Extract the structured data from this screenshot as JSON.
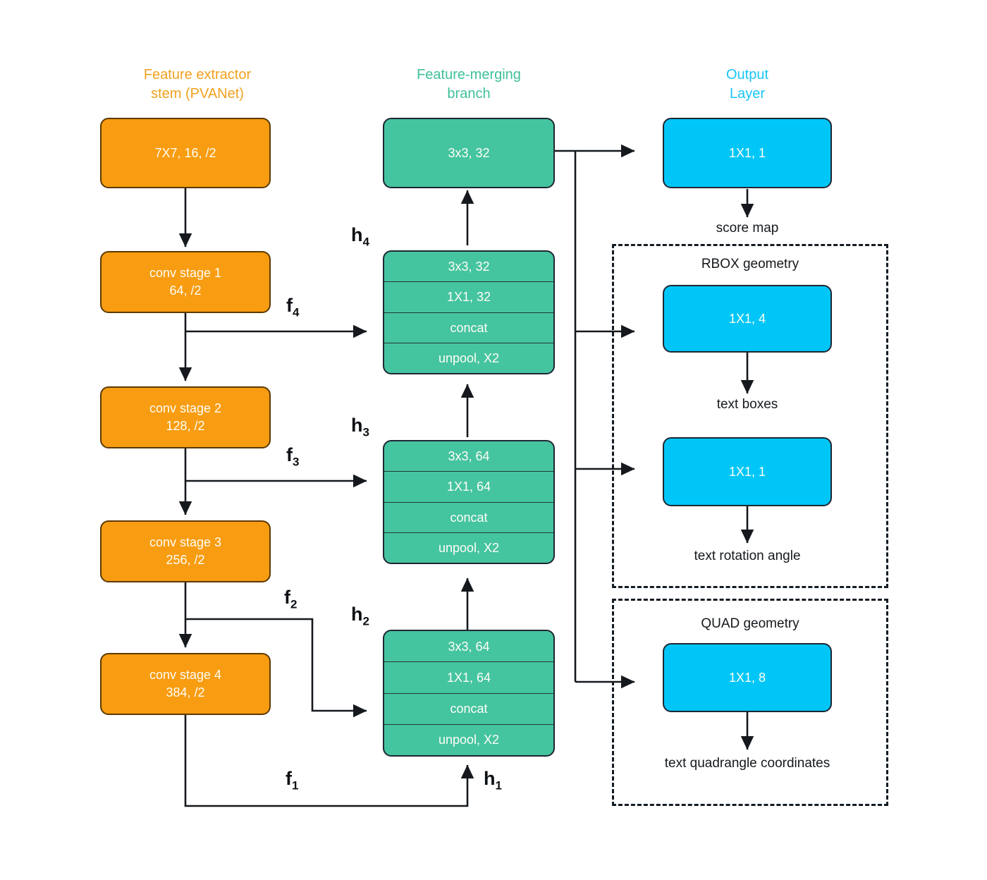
{
  "diagram": {
    "title_stem": "Feature extractor\nstem (PVANet)",
    "title_merge": "Feature-merging\nbranch",
    "title_output": "Output\nLayer",
    "colors": {
      "stem": "#F89C11",
      "merge": "#45C4A0",
      "output": "#00C6F8",
      "stem_title": "#F0A11E",
      "merge_title": "#3FBF9C",
      "output_title": "#18C6F7",
      "stroke": "#1e2733",
      "text_dark": "#15191d"
    }
  },
  "stem": {
    "blocks": [
      {
        "line1": "7X7, 16, /2",
        "line2": ""
      },
      {
        "line1": "conv stage 1",
        "line2": "64, /2"
      },
      {
        "line1": "conv stage 2",
        "line2": "128, /2"
      },
      {
        "line1": "conv stage 3",
        "line2": "256, /2"
      },
      {
        "line1": "conv stage 4",
        "line2": "384, /2"
      }
    ],
    "feature_labels": [
      {
        "base": "f",
        "sub": "4"
      },
      {
        "base": "f",
        "sub": "3"
      },
      {
        "base": "f",
        "sub": "2"
      },
      {
        "base": "f",
        "sub": "1"
      }
    ]
  },
  "merge": {
    "top_block": "3x3, 32",
    "stacks": [
      {
        "label": {
          "base": "h",
          "sub": "4"
        },
        "rows": [
          "3x3, 32",
          "1X1, 32",
          "concat",
          "unpool, X2"
        ]
      },
      {
        "label": {
          "base": "h",
          "sub": "3"
        },
        "rows": [
          "3x3, 64",
          "1X1, 64",
          "concat",
          "unpool, X2"
        ]
      },
      {
        "label": {
          "base": "h",
          "sub": "2"
        },
        "rows": [
          "3x3, 64",
          "1X1, 64",
          "concat",
          "unpool, X2"
        ]
      }
    ],
    "h1_label": {
      "base": "h",
      "sub": "1"
    }
  },
  "output": {
    "score_block": "1X1, 1",
    "score_caption": "score map",
    "rbox": {
      "title": "RBOX geometry",
      "blocks": [
        {
          "label": "1X1, 4",
          "caption": "text boxes"
        },
        {
          "label": "1X1, 1",
          "caption": "text rotation angle"
        }
      ]
    },
    "quad": {
      "title": "QUAD geometry",
      "blocks": [
        {
          "label": "1X1, 8",
          "caption": "text quadrangle coordinates"
        }
      ]
    }
  }
}
